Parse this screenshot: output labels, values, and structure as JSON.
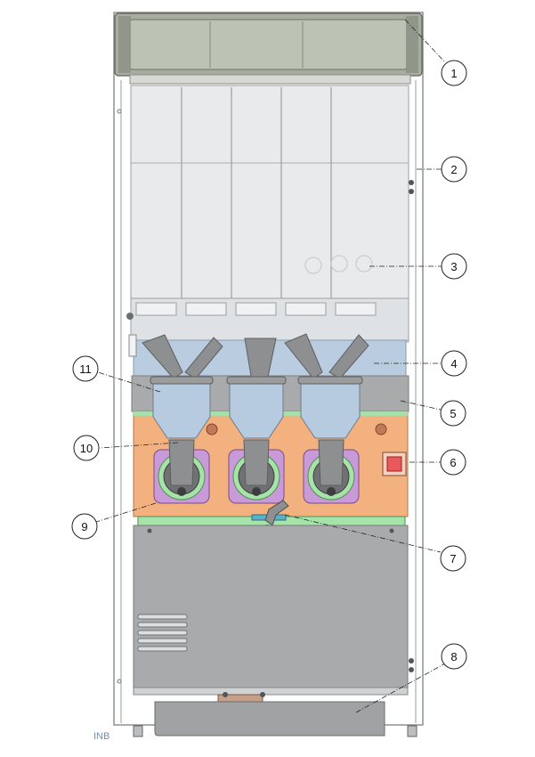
{
  "callouts": [
    {
      "label": "1"
    },
    {
      "label": "2"
    },
    {
      "label": "3"
    },
    {
      "label": "4"
    },
    {
      "label": "5"
    },
    {
      "label": "6"
    },
    {
      "label": "7"
    },
    {
      "label": "8"
    },
    {
      "label": "9"
    },
    {
      "label": "10"
    },
    {
      "label": "11"
    }
  ],
  "watermark": "INB",
  "colors": {
    "frame": "#8a8f8a",
    "canister": "#e6e8ea",
    "canister_edge": "#9aa0a4",
    "mixer_panel": "#f2b07e",
    "mixing_bowl": "#b7cbe0",
    "whipper_housing": "#c99ad8",
    "ring": "#a6e3a8",
    "lower_panel": "#a8aaac",
    "drip_tray": "#a0a2a4",
    "switch": "#e85a5a"
  }
}
